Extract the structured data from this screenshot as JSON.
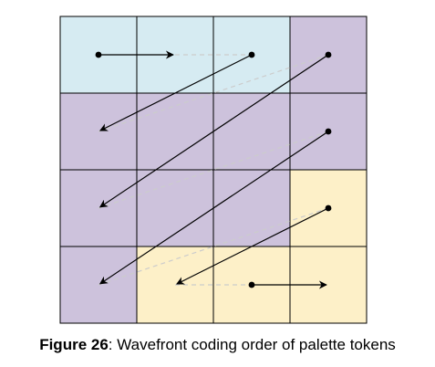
{
  "figure": {
    "grid_rows": 4,
    "grid_cols": 4,
    "cell_colors": [
      [
        "#d6ebf2",
        "#d6ebf2",
        "#d6ebf2",
        "#cdc2dc"
      ],
      [
        "#cdc2dc",
        "#cdc2dc",
        "#cdc2dc",
        "#cdc2dc"
      ],
      [
        "#cdc2dc",
        "#cdc2dc",
        "#cdc2dc",
        "#fdf0c8"
      ],
      [
        "#cdc2dc",
        "#fdf0c8",
        "#fdf0c8",
        "#fdf0c8"
      ]
    ],
    "colors": {
      "light_blue": "#d6ebf2",
      "purple": "#cdc2dc",
      "light_yellow": "#fdf0c8",
      "grid_line": "#000000",
      "dashed_connector": "#cccccc",
      "arrow": "#000000"
    },
    "arrows": [
      {
        "from": [
          0,
          0
        ],
        "to": [
          0,
          1
        ]
      },
      {
        "from": [
          0,
          2
        ],
        "to": [
          1,
          0
        ]
      },
      {
        "from": [
          0,
          3
        ],
        "to": [
          2,
          0
        ]
      },
      {
        "from": [
          1,
          3
        ],
        "to": [
          3,
          0
        ]
      },
      {
        "from": [
          2,
          3
        ],
        "to": [
          3,
          1
        ]
      },
      {
        "from": [
          3,
          2
        ],
        "to": [
          3,
          3
        ]
      }
    ],
    "dashed_connectors": [
      {
        "from": [
          0,
          1
        ],
        "to": [
          0,
          2
        ]
      },
      {
        "from": [
          1,
          0
        ],
        "to": [
          0,
          3
        ]
      },
      {
        "from": [
          2,
          0
        ],
        "to": [
          1,
          3
        ]
      },
      {
        "from": [
          3,
          0
        ],
        "to": [
          2,
          3
        ]
      },
      {
        "from": [
          3,
          1
        ],
        "to": [
          3,
          2
        ]
      }
    ]
  },
  "caption": {
    "label": "Figure 26",
    "text": ": Wavefront coding order of palette tokens"
  }
}
